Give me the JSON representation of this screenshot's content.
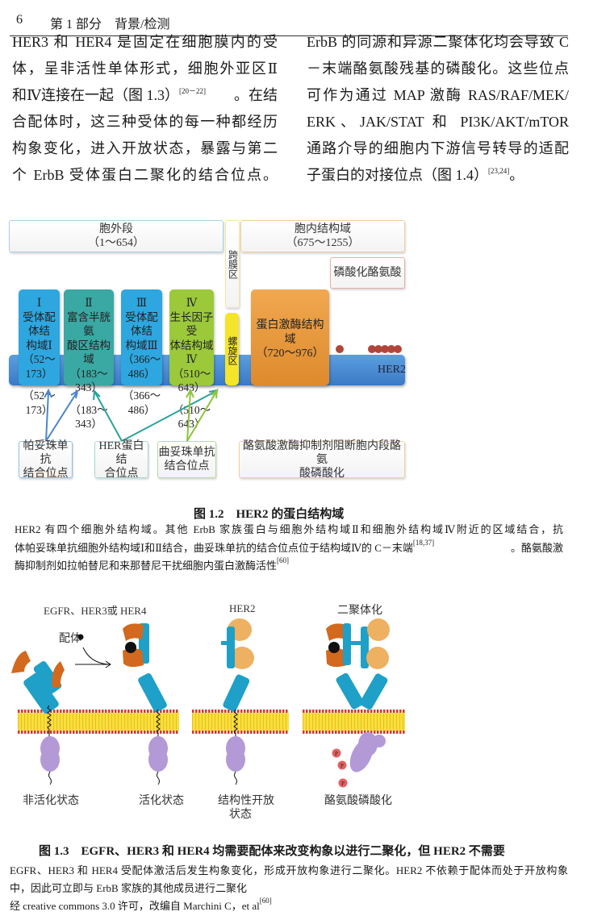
{
  "header": {
    "page_number": "6",
    "section": "第 1 部分　背景/检测"
  },
  "body": {
    "left_lines": [
      "HER3 和 HER4 是固定在细胞膜内的受",
      "体，呈非活性单体形式，细胞外亚区Ⅱ",
      "和Ⅳ连接在一起（图 1.3）",
      "合配体时，这三种受体的每一种都经历",
      "构象变化，进入开放状态，暴露与第二",
      "个 ErbB 受体蛋白二聚化的结合位点。"
    ],
    "left_line3_ref": "[20－22]",
    "left_line3_tail": "。在结",
    "right_lines": [
      "ErbB 的同源和异源二聚体化均会导致 C",
      "－末端酪氨酸残基的磷酸化。这些位点",
      "可作为通过 MAP 激酶 RAS/RAF/MEK/",
      "ERK、JAK/STAT 和 PI3K/AKT/mTOR",
      "通路介导的细胞内下游信号转导的适配",
      "子蛋白的对接位点（图 1.4）"
    ],
    "right_line6_ref": "[23,24]",
    "right_line6_tail": "。"
  },
  "figure2": {
    "extracellular": {
      "title": "胞外段",
      "range": "（1～654）"
    },
    "transmembrane": "跨膜区",
    "intracellular": {
      "title": "胞内结构域",
      "range": "（675～1255）"
    },
    "phospho_tyrosine": "磷酸化酪氨酸",
    "helix": "螺旋区",
    "domains": [
      {
        "num": "Ⅰ",
        "name1": "受体配体结",
        "name2": "构域Ⅰ",
        "range": "（52～173）",
        "color": "#2ea6df"
      },
      {
        "num": "Ⅱ",
        "name1": "富含半胱氨",
        "name2": "酸区结构域",
        "range": "（183～343）",
        "color": "#3aa8a3"
      },
      {
        "num": "Ⅲ",
        "name1": "受体配体结",
        "name2": "构域Ⅲ",
        "range": "（366～486）",
        "color": "#2ea6df"
      },
      {
        "num": "Ⅳ",
        "name1": "生长因子受",
        "name2": "体结构域Ⅳ",
        "range": "（510～643）",
        "color": "#9bc93a"
      }
    ],
    "kinase": {
      "title": "蛋白激酶结构域",
      "range": "（720～976）"
    },
    "bar_label": "HER2",
    "bindings": [
      {
        "l1": "帕妥珠单抗",
        "l2": "结合位点"
      },
      {
        "l1": "HER蛋白结",
        "l2": "合位点"
      },
      {
        "l1": "曲妥珠单抗",
        "l2": "结合位点"
      },
      {
        "l1": "酪氨酸激酶抑制剂阻断胞内段酪氨",
        "l2": "酸磷酸化"
      }
    ],
    "caption": "图 1.2　HER2 的蛋白结构域",
    "desc_lines": [
      "HER2 有四个细胞外结构域。其他 ErbB 家族蛋白与细胞外结构域Ⅱ和细胞外结构域Ⅳ附近的区域结合，抗",
      "体帕妥珠单抗细胞外结构域Ⅰ和Ⅱ结合，曲妥珠单抗的结合位点位于结构域Ⅳ的 C－末端",
      "酶抑制剂如拉帕替尼和来那替尼干扰细胞内蛋白激酶活性"
    ],
    "desc_ref2": "[18,37]",
    "desc_tail2": "。酪氨酸激",
    "desc_ref3": "[60]"
  },
  "figure3": {
    "label_egfr": "EGFR、HER3或 HER4",
    "label_ligand": "配体",
    "label_her2": "HER2",
    "label_dimer": "二聚体化",
    "state_inactive": "非活化状态",
    "state_active": "活化状态",
    "state_open1": "结构性开放",
    "state_open2": "状态",
    "state_phospho": "酪氨酸磷酸化",
    "p_label": "P",
    "caption": "图 1.3　EGFR、HER3 和 HER4 均需要配体来改变构象以进行二聚化，但 HER2 不需要",
    "desc_lines": [
      "EGFR、HER3 和 HER4 受配体激活后发生构象变化，形成开放构象进行二聚化。HER2 不依赖于配体而处于开放构象",
      "中，因此可立即与 ErbB 家族的其他成员进行二聚化",
      "经 creative commons 3.0 许可，改编自 Marchini C，et al"
    ],
    "desc_ref3": "[60]"
  }
}
